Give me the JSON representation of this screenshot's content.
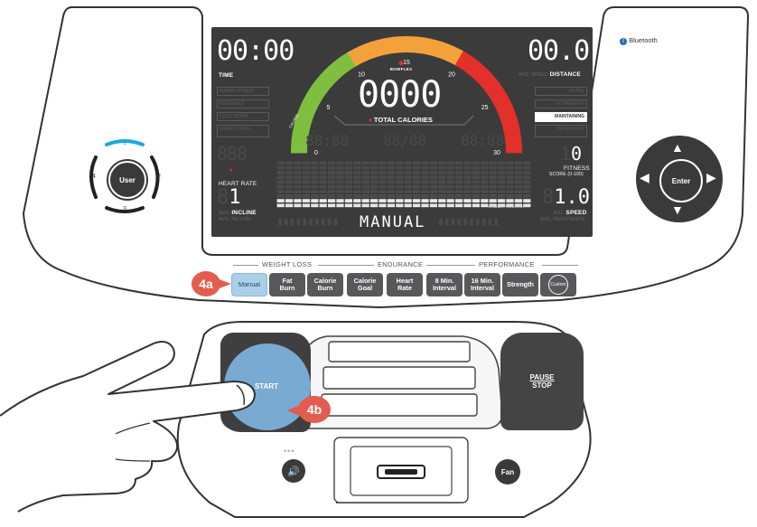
{
  "console": {
    "bluetooth_label": "Bluetooth",
    "brand": "BOWFLEX"
  },
  "display": {
    "time_value": "00:00",
    "time_label": "TIME",
    "distance_value": "00.0",
    "distance_label_prefix": "AVG. SPEED",
    "distance_label": "DISTANCE",
    "calories_value": "0000",
    "calories_label": "TOTAL CALORIES",
    "heart_rate_value": "888",
    "heart_rate_label": "HEART RATE",
    "fitness_value": "0",
    "fitness_label": "FITNESS",
    "fitness_sub": "SCORE (0-100)",
    "incline_value": "1",
    "incline_label_prefix": "AVG.",
    "incline_label": "INCLINE",
    "incline_sub": "AVG. INCLINE",
    "speed_value": "1.0",
    "speed_label_prefix": "AVG.",
    "speed_label": "SPEED",
    "speed_sub": "AVG. RESISTANCE",
    "speed_program_label": "SPEED PROGRAM",
    "program_text": "MANUAL",
    "gauge_ticks": [
      "0",
      "5",
      "10",
      "15",
      "20",
      "25",
      "30"
    ],
    "calorie_label": "CALORIE",
    "maintaining_label": "MAINTAINING",
    "dim_mid_values": [
      "88:88",
      "88/88",
      "88:88"
    ],
    "left_boxes": [
      "WARM UP/REST",
      "INTERVALS",
      "COOL DOWN",
      "WEEKLY GOAL"
    ],
    "right_boxes": [
      "DETAIL",
      "DECREASING",
      "MAINTAINING",
      "INCREASING"
    ]
  },
  "user_selector": {
    "center_label": "User",
    "positions": [
      "1",
      "2",
      "3",
      "4"
    ]
  },
  "nav": {
    "enter_label": "Enter"
  },
  "program_groups": {
    "weight_loss": "WEIGHT LOSS",
    "endurance": "ENDURANCE",
    "performance": "PERFORMANCE"
  },
  "programs": [
    {
      "label": "Manual"
    },
    {
      "label": "Fat Burn"
    },
    {
      "label": "Calorie Burn"
    },
    {
      "label": "Calorie Goal"
    },
    {
      "label": "Heart Rate"
    },
    {
      "label": "8 Min. Interval"
    },
    {
      "label": "16 Min. Interval"
    },
    {
      "label": "Strength"
    },
    {
      "label": "Custom"
    }
  ],
  "controls": {
    "start_label": "START",
    "pause_label": "PAUSE",
    "stop_label": "STOP",
    "fan_label": "Fan",
    "volume_icon": "speaker-icon"
  },
  "callouts": {
    "step_a": "4a",
    "step_b": "4b"
  },
  "colors": {
    "lcd_bg": "#3b3b3c",
    "gauge_green": "#7fbf3f",
    "gauge_orange": "#f3a13a",
    "gauge_red": "#e3302a",
    "selected_program": "#a9cfe9",
    "callout": "#e35c4d",
    "start_highlight": "#7fb6e2",
    "accent_blue": "#1ea7e1"
  }
}
